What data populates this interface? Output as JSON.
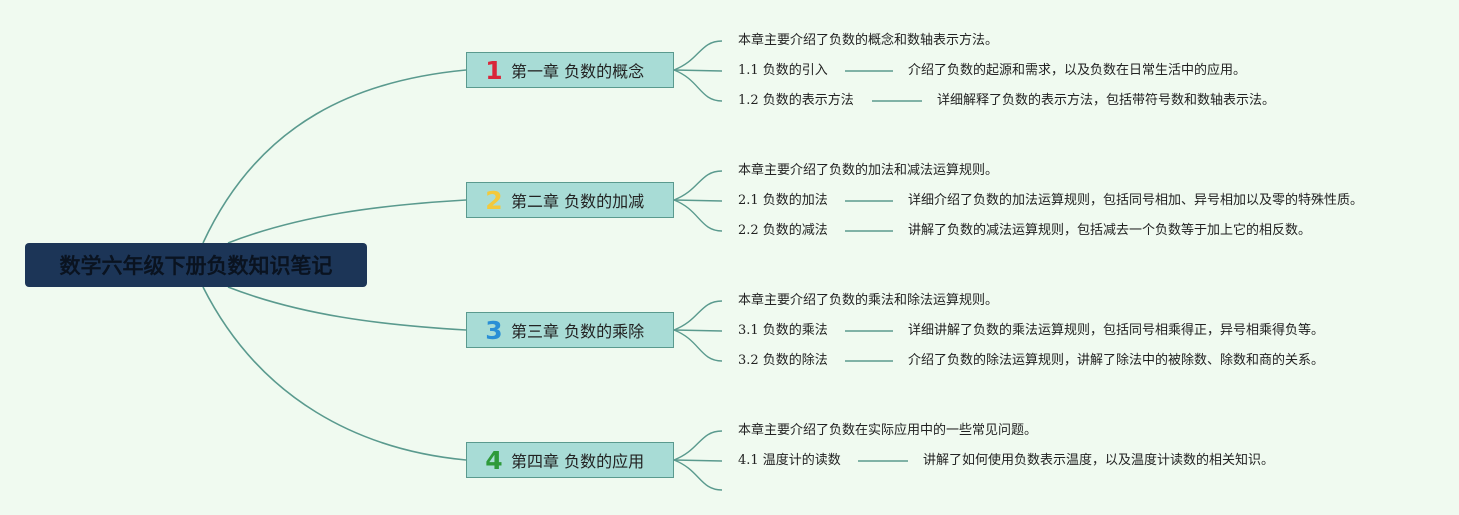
{
  "root": {
    "title": "数学六年级下册负数知识笔记"
  },
  "chapters": [
    {
      "num": "1",
      "num_color": "#d9263a",
      "title": "第一章 负数的概念",
      "summary": "本章主要介绍了负数的概念和数轴表示方法。",
      "sections": [
        {
          "label": "1.1 负数的引入",
          "desc": "介绍了负数的起源和需求，以及负数在日常生活中的应用。"
        },
        {
          "label": "1.2 负数的表示方法",
          "desc": "详细解释了负数的表示方法，包括带符号数和数轴表示法。"
        }
      ]
    },
    {
      "num": "2",
      "num_color": "#f3c93b",
      "title": "第二章 负数的加减",
      "summary": "本章主要介绍了负数的加法和减法运算规则。",
      "sections": [
        {
          "label": "2.1 负数的加法",
          "desc": "详细介绍了负数的加法运算规则，包括同号相加、异号相加以及零的特殊性质。"
        },
        {
          "label": "2.2 负数的减法",
          "desc": "讲解了负数的减法运算规则，包括减去一个负数等于加上它的相反数。"
        }
      ]
    },
    {
      "num": "3",
      "num_color": "#2a8fd6",
      "title": "第三章 负数的乘除",
      "summary": "本章主要介绍了负数的乘法和除法运算规则。",
      "sections": [
        {
          "label": "3.1 负数的乘法",
          "desc": "详细讲解了负数的乘法运算规则，包括同号相乘得正，异号相乘得负等。"
        },
        {
          "label": "3.2 负数的除法",
          "desc": "介绍了负数的除法运算规则，讲解了除法中的被除数、除数和商的关系。"
        }
      ]
    },
    {
      "num": "4",
      "num_color": "#2e9a3a",
      "title": "第四章 负数的应用",
      "summary": "本章主要介绍了负数在实际应用中的一些常见问题。",
      "sections": [
        {
          "label": "4.1 温度计的读数",
          "desc": "讲解了如何使用负数表示温度，以及温度计读数的相关知识。"
        }
      ]
    }
  ],
  "colors": {
    "line": "#5a9a8e",
    "root_bg": "#1c3557",
    "chapter_bg": "#a8dcd6",
    "background": "#f0faf0"
  }
}
